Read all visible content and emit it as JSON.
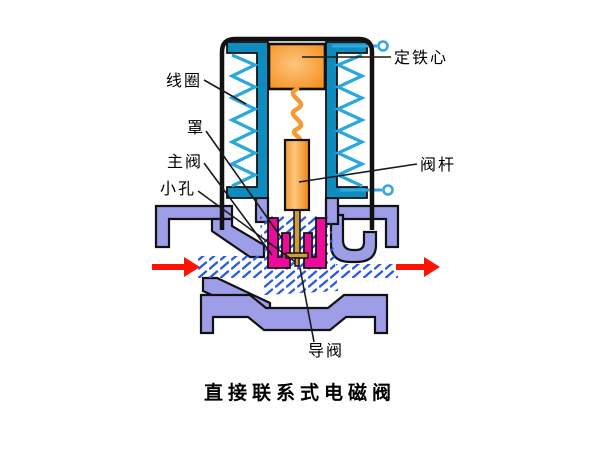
{
  "diagram": {
    "title": "直接联系式电磁阀",
    "labels": {
      "coil": "线圈",
      "cover": "罩",
      "main_valve": "主阀",
      "orifice": "小孔",
      "fixed_core": "定铁心",
      "valve_stem": "阀杆",
      "pilot_valve": "导阀"
    },
    "colors": {
      "background": "#ffffff",
      "valve_body": "#9e9ee8",
      "valve_parts_magenta": "#ee0a9a",
      "coil_frame_teal": "#0d8cbd",
      "coil_winding_cyan": "#2aa7dc",
      "core_orange": "#f79a31",
      "flow_arrow_red": "#ff1205",
      "fluid_blue": "#2b5ce2",
      "outline_black": "#111111"
    }
  }
}
